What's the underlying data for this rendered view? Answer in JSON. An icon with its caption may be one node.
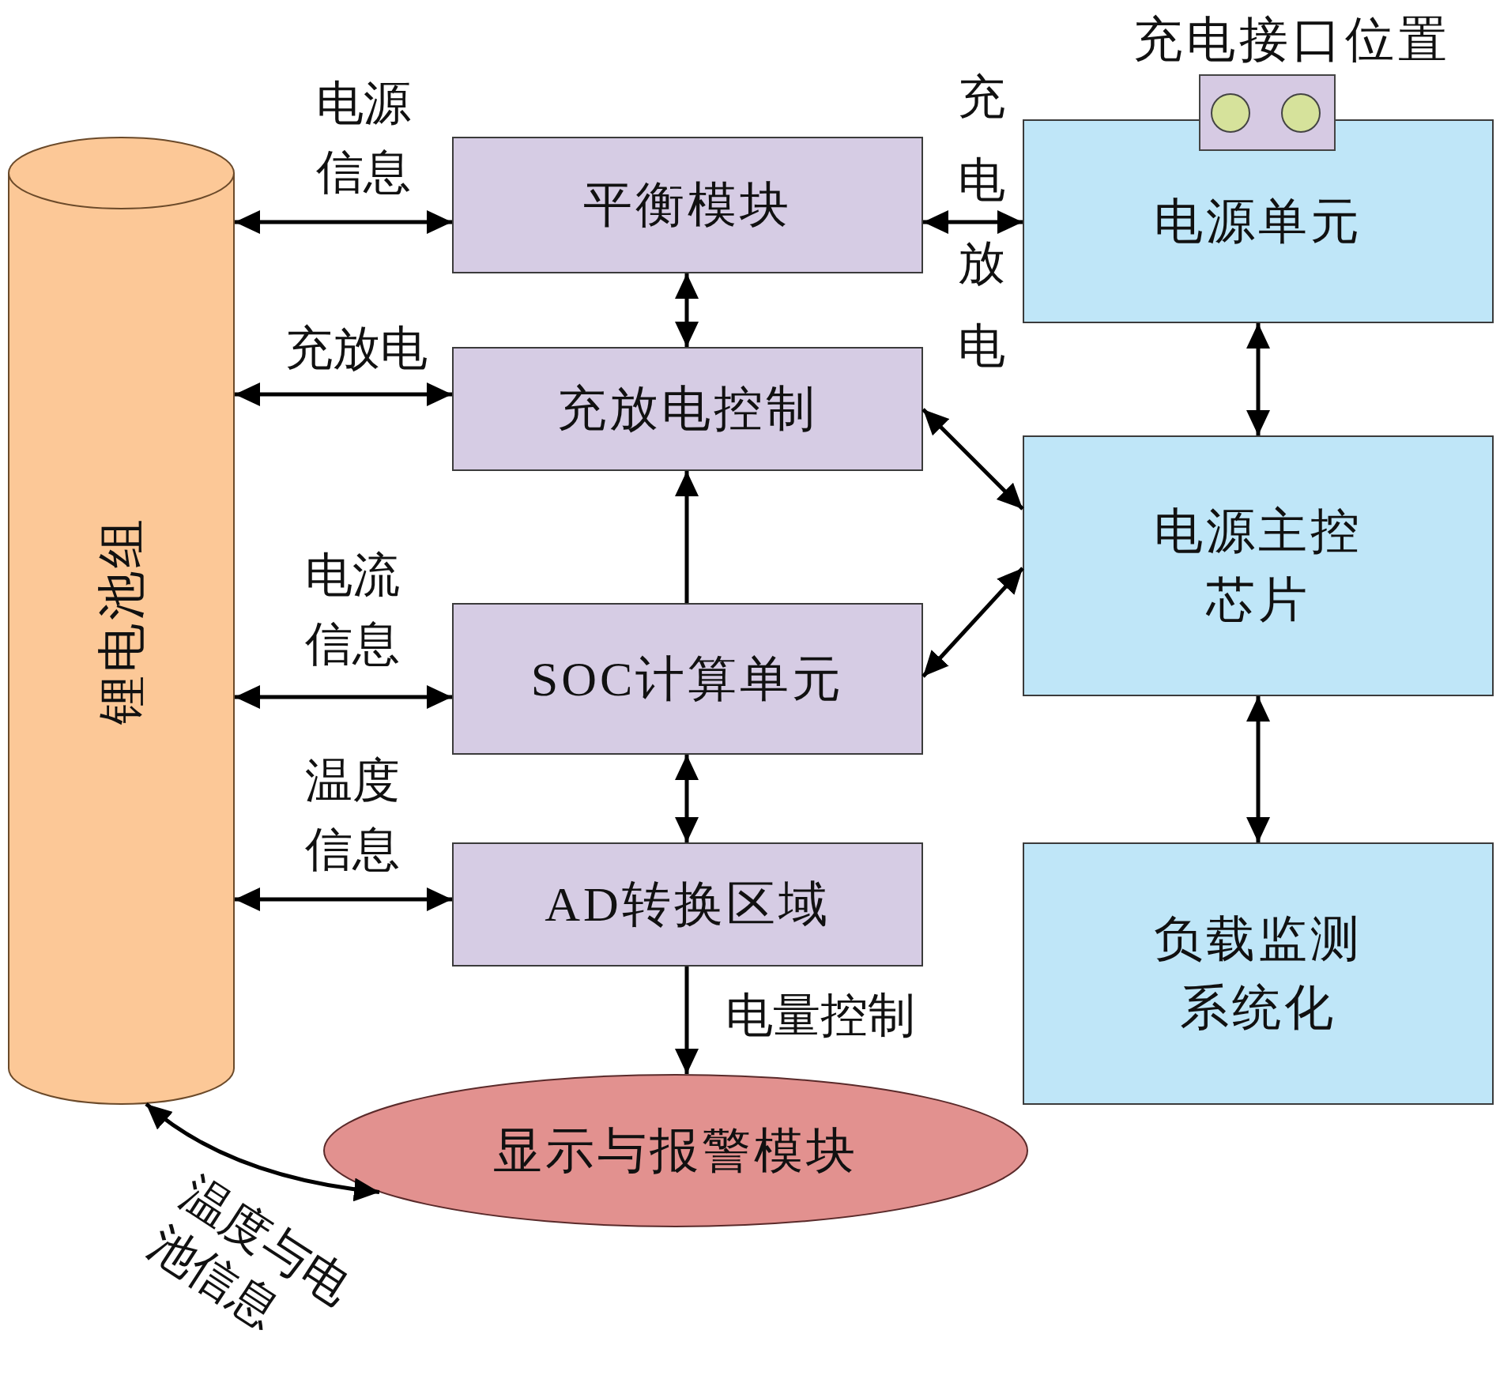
{
  "diagram": {
    "nodes": [
      {
        "text": [
          "锂电池组"
        ]
      },
      {
        "text": [
          "平衡模块"
        ]
      },
      {
        "text": [
          "充放电控制"
        ]
      },
      {
        "text": [
          "SOC计算单元"
        ]
      },
      {
        "text": [
          "AD转换区域"
        ]
      },
      {
        "text": [
          "显示与报警模块"
        ]
      },
      {
        "text": [
          "充电接口位置"
        ]
      },
      {
        "text": [
          "电源单元"
        ]
      },
      {
        "text": [
          "电源主控芯片"
        ]
      },
      {
        "text": [
          "负载监测系统化"
        ]
      }
    ],
    "edges": [
      {
        "from": 0,
        "to": 1,
        "arrow": "both",
        "label": "电源信息"
      },
      {
        "from": 0,
        "to": 2,
        "arrow": "both",
        "label": "充放电"
      },
      {
        "from": 0,
        "to": 3,
        "arrow": "both",
        "label": "电流信息"
      },
      {
        "from": 0,
        "to": 4,
        "arrow": "both",
        "label": "温度信息"
      },
      {
        "from": 1,
        "to": 2,
        "arrow": "both"
      },
      {
        "from": 3,
        "to": 2,
        "arrow": "to"
      },
      {
        "from": 3,
        "to": 4,
        "arrow": "both"
      },
      {
        "from": 4,
        "to": 5,
        "arrow": "to",
        "label": "电量控制"
      },
      {
        "from": 1,
        "to": 7,
        "arrow": "both",
        "label": "充电放电"
      },
      {
        "from": 7,
        "to": 8,
        "arrow": "both"
      },
      {
        "from": 2,
        "to": 8,
        "arrow": "both"
      },
      {
        "from": 3,
        "to": 8,
        "arrow": "both"
      },
      {
        "from": 8,
        "to": 9,
        "arrow": "both"
      },
      {
        "from": 0,
        "to": 5,
        "arrow": "both",
        "label": "温度与电池信息"
      }
    ]
  }
}
